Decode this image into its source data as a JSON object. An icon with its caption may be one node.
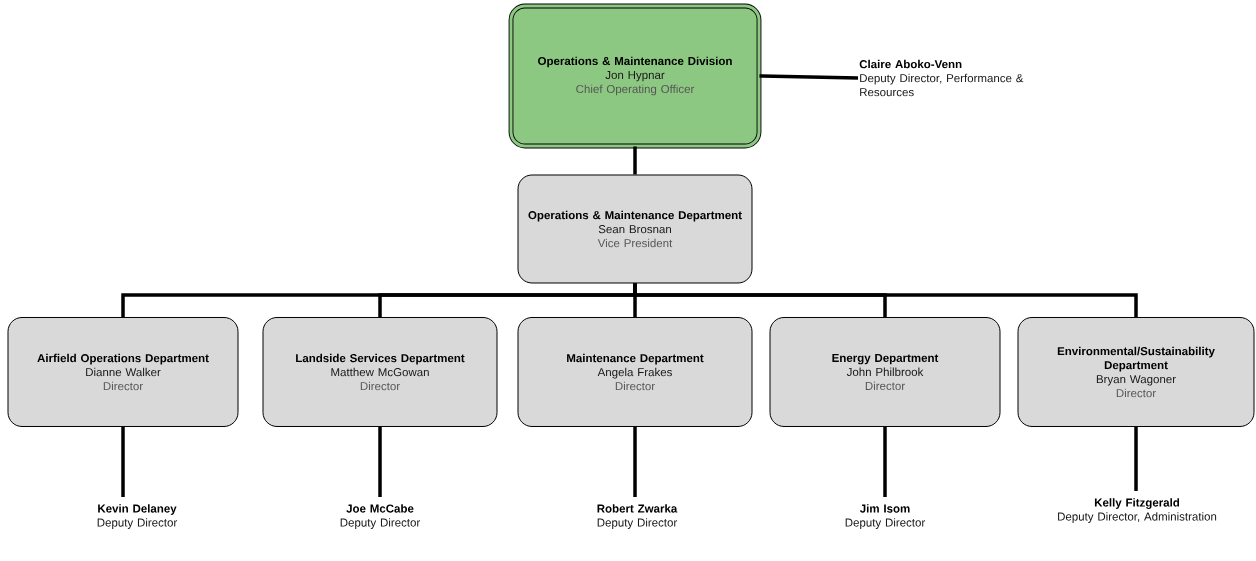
{
  "diagram": {
    "nodes": [
      {
        "text": [
          "Operations & Maintenance Division",
          "Jon Hypnar",
          "Chief Operating Officer"
        ]
      },
      {
        "text": [
          "Claire Aboko-Venn",
          "Deputy Director, Performance & Resources"
        ]
      },
      {
        "text": [
          "Operations & Maintenance Department",
          "Sean Brosnan",
          "Vice President"
        ]
      },
      {
        "text": [
          "Airfield Operations Department",
          "Dianne Walker",
          "Director"
        ]
      },
      {
        "text": [
          "Landside Services Department",
          "Matthew McGowan",
          "Director"
        ]
      },
      {
        "text": [
          "Maintenance Department",
          "Angela Frakes",
          "Director"
        ]
      },
      {
        "text": [
          "Energy Department",
          "John Philbrook",
          "Director"
        ]
      },
      {
        "text": [
          "Environmental/Sustainability Department",
          "Bryan Wagoner",
          "Director"
        ]
      },
      {
        "text": [
          "Kevin Delaney",
          "Deputy Director"
        ]
      },
      {
        "text": [
          "Joe McCabe",
          "Deputy Director"
        ]
      },
      {
        "text": [
          "Robert Zwarka",
          "Deputy Director"
        ]
      },
      {
        "text": [
          "Jim Isom",
          "Deputy Director"
        ]
      },
      {
        "text": [
          "Kelly Fitzgerald",
          "Deputy Director, Administration"
        ]
      }
    ],
    "edges": [
      {
        "from": 0,
        "to": 1,
        "arrow": "none"
      },
      {
        "from": 0,
        "to": 2,
        "arrow": "none"
      },
      {
        "from": 2,
        "to": 3,
        "arrow": "none"
      },
      {
        "from": 2,
        "to": 4,
        "arrow": "none"
      },
      {
        "from": 2,
        "to": 5,
        "arrow": "none"
      },
      {
        "from": 2,
        "to": 6,
        "arrow": "none"
      },
      {
        "from": 2,
        "to": 7,
        "arrow": "none"
      },
      {
        "from": 3,
        "to": 8,
        "arrow": "none"
      },
      {
        "from": 4,
        "to": 9,
        "arrow": "none"
      },
      {
        "from": 5,
        "to": 10,
        "arrow": "none"
      },
      {
        "from": 6,
        "to": 11,
        "arrow": "none"
      },
      {
        "from": 7,
        "to": 12,
        "arrow": "none"
      }
    ]
  }
}
